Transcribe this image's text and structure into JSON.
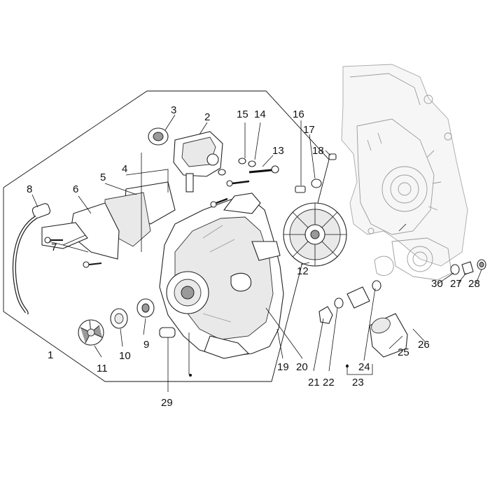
{
  "diagram": {
    "callouts": [
      {
        "id": "c1",
        "text": "1"
      },
      {
        "id": "c2",
        "text": "2"
      },
      {
        "id": "c3",
        "text": "3"
      },
      {
        "id": "c4",
        "text": "4"
      },
      {
        "id": "c5",
        "text": "5"
      },
      {
        "id": "c6",
        "text": "6"
      },
      {
        "id": "c7",
        "text": "7"
      },
      {
        "id": "c8",
        "text": "8"
      },
      {
        "id": "c9",
        "text": "9"
      },
      {
        "id": "c10",
        "text": "10"
      },
      {
        "id": "c11",
        "text": "11"
      },
      {
        "id": "c12",
        "text": "12"
      },
      {
        "id": "c13",
        "text": "13"
      },
      {
        "id": "c14",
        "text": "14"
      },
      {
        "id": "c15",
        "text": "15"
      },
      {
        "id": "c16",
        "text": "16"
      },
      {
        "id": "c17",
        "text": "17"
      },
      {
        "id": "c18",
        "text": "18"
      },
      {
        "id": "c19",
        "text": "19"
      },
      {
        "id": "c20",
        "text": "20"
      },
      {
        "id": "c21",
        "text": "21"
      },
      {
        "id": "c22",
        "text": "22"
      },
      {
        "id": "c23",
        "text": "23"
      },
      {
        "id": "c24",
        "text": "24"
      },
      {
        "id": "c25",
        "text": "25"
      },
      {
        "id": "c26",
        "text": "26"
      },
      {
        "id": "c27",
        "text": "27"
      },
      {
        "id": "c28",
        "text": "28"
      },
      {
        "id": "c29",
        "text": "29"
      },
      {
        "id": "c30",
        "text": "30"
      }
    ]
  }
}
